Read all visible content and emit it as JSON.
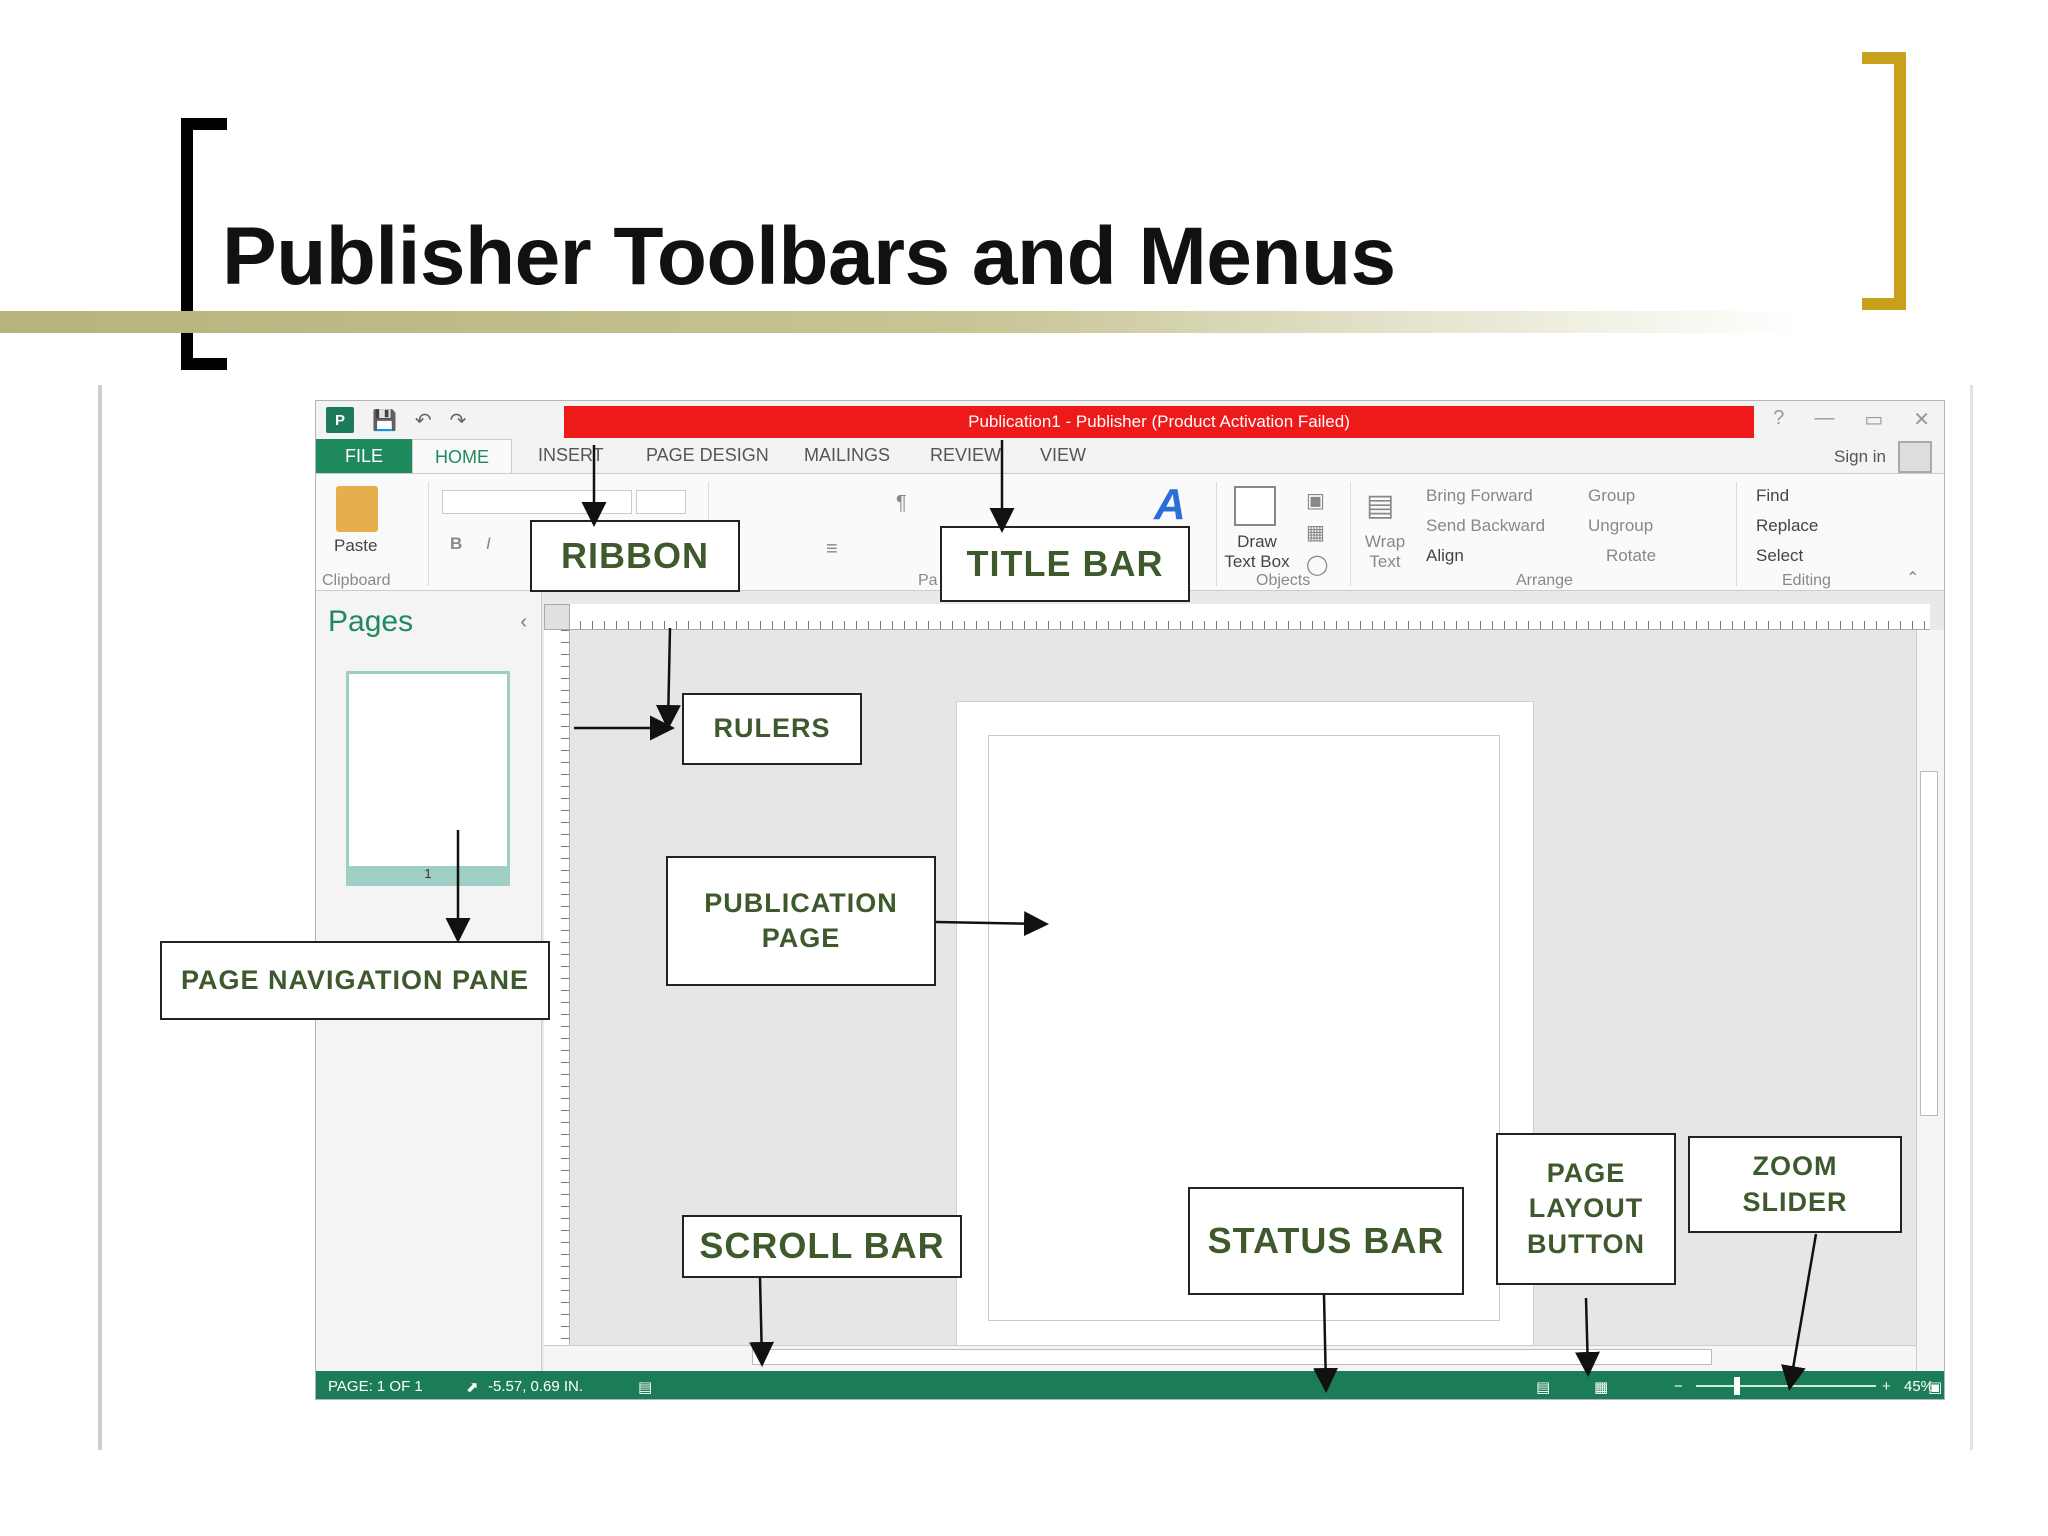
{
  "slide": {
    "title": "Publisher Toolbars and Menus"
  },
  "window": {
    "title": "Publication1 - Publisher (Product Activation Failed)",
    "help": "?",
    "controls": [
      "—",
      "▭",
      "✕"
    ],
    "tabs": [
      "FILE",
      "HOME",
      "INSERT",
      "PAGE DESIGN",
      "MAILINGS",
      "REVIEW",
      "VIEW"
    ],
    "sign_in": "Sign in"
  },
  "ribbon": {
    "paste": "Paste",
    "clipboard_group": "Clipboard",
    "font_bold": "B",
    "font_italic": "I",
    "paragraph_group": "Pa",
    "draw_text_box": "Draw Text Box",
    "objects_group": "Objects",
    "wrap_text": "Wrap Text",
    "bring_forward": "Bring Forward",
    "send_backward": "Send Backward",
    "align": "Align",
    "arrange_group": "Arrange",
    "group": "Group",
    "ungroup": "Ungroup",
    "rotate": "Rotate",
    "find": "Find",
    "replace": "Replace",
    "select": "Select",
    "editing_group": "Editing"
  },
  "pages_pane": {
    "title": "Pages",
    "page_number": "1"
  },
  "status": {
    "page": "PAGE: 1 OF 1",
    "position": "-5.57, 0.69 IN.",
    "zoom": "45%"
  },
  "callouts": {
    "ribbon": "RIBBON",
    "title_bar": "TITLE BAR",
    "rulers": "RULERS",
    "publication_page": "PUBLICATION PAGE",
    "page_navigation_pane": "PAGE NAVIGATION PANE",
    "scroll_bar": "SCROLL BAR",
    "status_bar": "STATUS BAR",
    "page_layout_button": "PAGE LAYOUT BUTTON",
    "zoom_slider": "ZOOM SLIDER"
  },
  "colors": {
    "accent_green": "#1f8a5e",
    "title_red": "#ee1a1a",
    "bracket_gold": "#c9a01c",
    "callout_text": "#3e5a2c"
  }
}
